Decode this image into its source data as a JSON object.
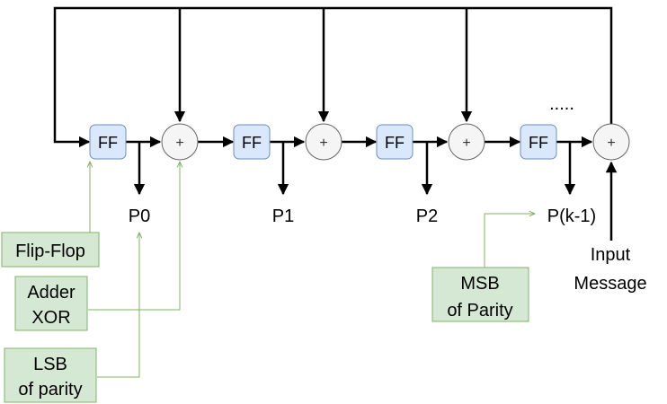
{
  "stages": [
    {
      "ff_label": "FF",
      "adder_label": "+",
      "output_label": "P0"
    },
    {
      "ff_label": "FF",
      "adder_label": "+",
      "output_label": "P1"
    },
    {
      "ff_label": "FF",
      "adder_label": "+",
      "output_label": "P2"
    },
    {
      "ff_label": "FF",
      "adder_label": "+",
      "output_label": "P(k-1)"
    }
  ],
  "ellipsis": ".....",
  "input": {
    "line1": "Input",
    "line2": "Message"
  },
  "notes": {
    "flip_flop": "Flip-Flop",
    "adder": {
      "line1": "Adder",
      "line2": "XOR"
    },
    "lsb": {
      "line1": "LSB",
      "line2": "of parity"
    },
    "msb": {
      "line1": "MSB",
      "line2": "of Parity"
    }
  },
  "colors": {
    "flip_flop_fill": "#dae8fc",
    "flip_flop_stroke": "#6c8ebf",
    "adder_fill": "#f5f5f5",
    "note_fill": "#d5e8d4",
    "note_stroke": "#82b366"
  }
}
